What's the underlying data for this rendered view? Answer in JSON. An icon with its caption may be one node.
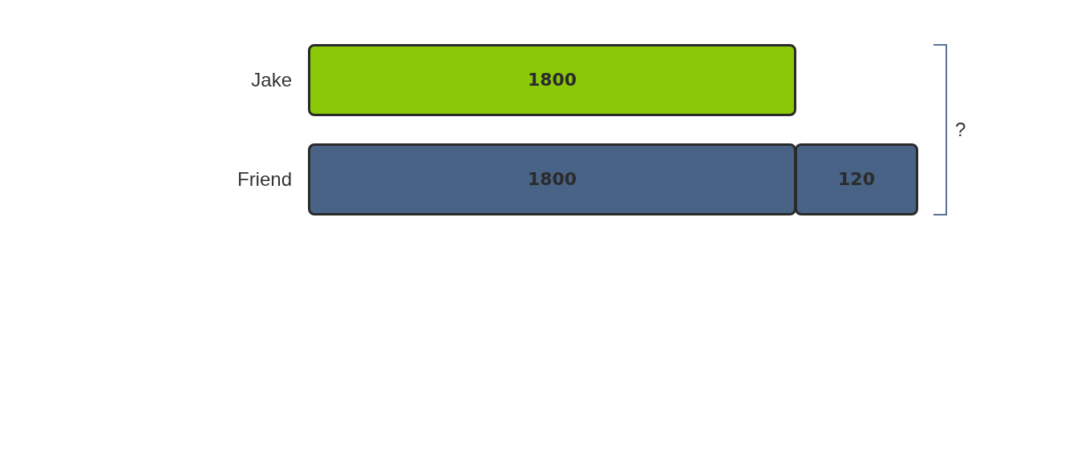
{
  "diagram": {
    "nodes": [
      {
        "text": [
          "1800"
        ],
        "beside": [
          "Jake"
        ]
      },
      {
        "text": [
          "1800"
        ],
        "beside": [
          "Friend"
        ]
      },
      {
        "text": [
          "120"
        ]
      }
    ],
    "labels": [
      "?"
    ]
  }
}
